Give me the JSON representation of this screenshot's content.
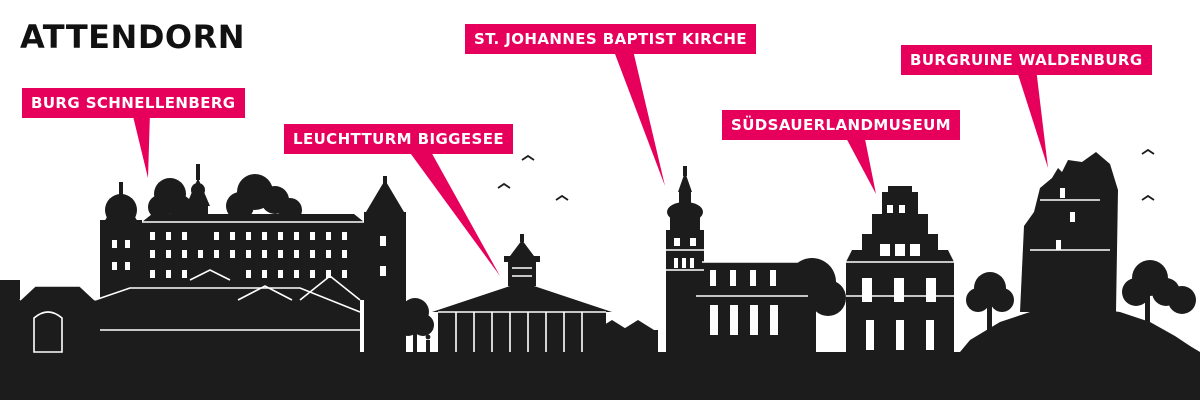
{
  "title": "ATTENDORN",
  "landmarks": [
    {
      "label": "BURG SCHNELLENBERG"
    },
    {
      "label": "LEUCHTTURM BIGGESEE"
    },
    {
      "label": "ST. JOHANNES BAPTIST KIRCHE"
    },
    {
      "label": "SÜDSAUERLANDMUSEUM"
    },
    {
      "label": "BURGRUINE WALDENBURG"
    }
  ],
  "colors": {
    "accent": "#e6005c",
    "silhouette": "#1c1c1c",
    "line": "#ffffff",
    "background": "#ffffff"
  }
}
